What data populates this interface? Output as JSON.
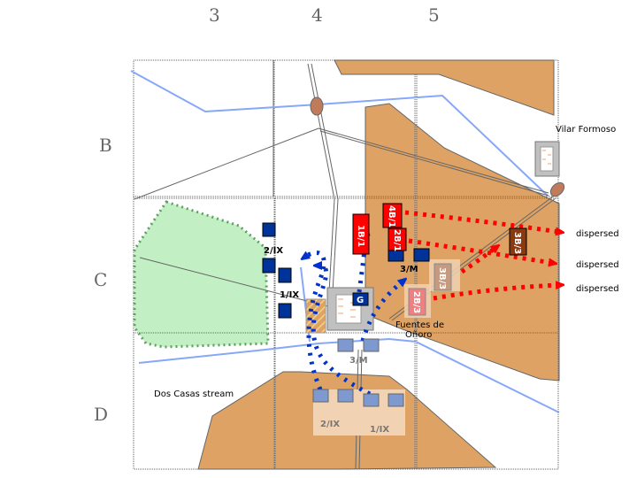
{
  "map": {
    "column_labels": [
      "3",
      "4",
      "5"
    ],
    "row_labels": [
      "B",
      "C",
      "D"
    ],
    "places": {
      "vilar_formoso": "Vilar Formoso",
      "fuentes_line1": "Fuentes de",
      "fuentes_line2": "Oñoro",
      "stream": "Dos Casas stream"
    },
    "colors": {
      "high_ground": "#dea264",
      "woods": "#c2efc3",
      "woods_border": "#5f9f60",
      "stream": "#87a8f8",
      "french_unit": "#003399",
      "french_unit_faded": "#7d99d0",
      "british_unit": "#ff0000",
      "british_unit_faded": "#f08080",
      "british_unit_dark": "#8b3a0f",
      "british_unit_light": "#c49a80",
      "town": "#c0c0c0",
      "french_arrow": "#0033cc",
      "british_arrow": "#ff0000"
    },
    "french_units": {
      "ix2_label": "2/IX",
      "ix1_label": "1/IX",
      "m3_label": "3/M",
      "guard_label": "G",
      "m3_start_label": "3/M",
      "ix2_start_label": "2/IX",
      "ix1_start_label": "1/IX"
    },
    "british_units": {
      "b1_1": "1B/1",
      "b4_1": "4B/1",
      "b2_1": "2B/1",
      "b3_3_dark": "3B/3",
      "b3_3_light": "3B/3",
      "b2_3": "2B/3"
    },
    "outcomes": [
      "dispersed",
      "dispersed",
      "dispersed"
    ]
  }
}
